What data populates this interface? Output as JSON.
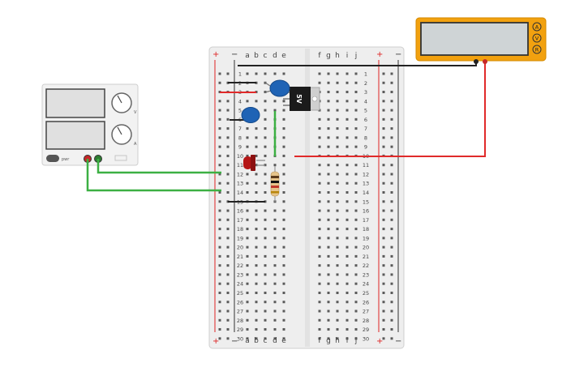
{
  "breadboard": {
    "columns_left": [
      "a",
      "b",
      "c",
      "d",
      "e"
    ],
    "columns_right": [
      "f",
      "g",
      "h",
      "i",
      "j"
    ],
    "rows": 30,
    "rail_plus": "+",
    "rail_minus": "−"
  },
  "regulator": {
    "label": "5V"
  },
  "multimeter": {
    "buttons": [
      "A",
      "V",
      "R"
    ],
    "display": ""
  },
  "power_supply": {
    "switch_label": "pwr",
    "knob1_unit": "V",
    "knob2_unit": "A"
  },
  "colors": {
    "wire_red": "#e02a2a",
    "wire_green": "#3cb043",
    "wire_black": "#222222",
    "capacitor": "#1f63b5",
    "led": "#b51717",
    "meter_orange": "#f2a10f",
    "rail_red": "#d22",
    "rail_blue": "#222"
  }
}
